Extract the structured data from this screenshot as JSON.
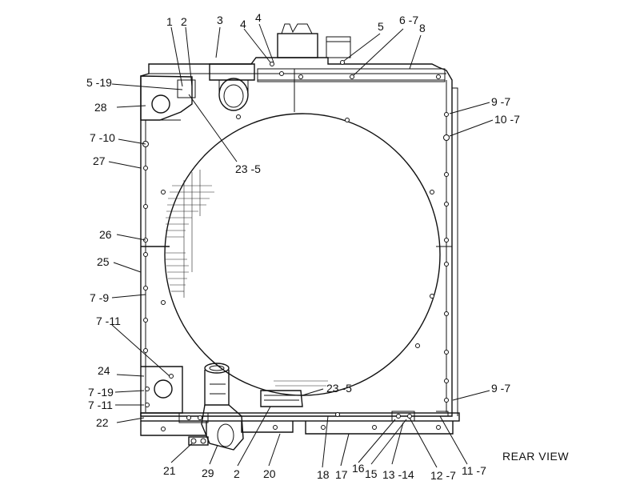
{
  "view_caption": "REAR  VIEW",
  "callouts": [
    {
      "id": "c1",
      "text": "1"
    },
    {
      "id": "c2",
      "text": "2"
    },
    {
      "id": "c3",
      "text": "3"
    },
    {
      "id": "c4a",
      "text": "4"
    },
    {
      "id": "c4b",
      "text": "4"
    },
    {
      "id": "c5",
      "text": "5"
    },
    {
      "id": "c6",
      "text": "6 -7"
    },
    {
      "id": "c8",
      "text": "8"
    },
    {
      "id": "c519",
      "text": "5 -19"
    },
    {
      "id": "c28",
      "text": "28"
    },
    {
      "id": "c97a",
      "text": "9 -7"
    },
    {
      "id": "c107",
      "text": "10 -7"
    },
    {
      "id": "c710",
      "text": "7 -10"
    },
    {
      "id": "c27",
      "text": "27"
    },
    {
      "id": "c235a",
      "text": "23  -5"
    },
    {
      "id": "c26",
      "text": "26"
    },
    {
      "id": "c25",
      "text": "25"
    },
    {
      "id": "c79",
      "text": "7 -9"
    },
    {
      "id": "c711a",
      "text": "7 -11"
    },
    {
      "id": "c24",
      "text": "24"
    },
    {
      "id": "c719",
      "text": "7 -19"
    },
    {
      "id": "c711b",
      "text": "7 -11"
    },
    {
      "id": "c22",
      "text": "22"
    },
    {
      "id": "c235b",
      "text": "23  -5"
    },
    {
      "id": "c97b",
      "text": "9 -7"
    },
    {
      "id": "c21",
      "text": "21"
    },
    {
      "id": "c29",
      "text": "29"
    },
    {
      "id": "c2b",
      "text": "2"
    },
    {
      "id": "c20",
      "text": "20"
    },
    {
      "id": "c18",
      "text": "18"
    },
    {
      "id": "c17",
      "text": "17"
    },
    {
      "id": "c16",
      "text": "16"
    },
    {
      "id": "c15",
      "text": "15"
    },
    {
      "id": "c1314",
      "text": "13 -14"
    },
    {
      "id": "c127",
      "text": "12 -7"
    },
    {
      "id": "c117",
      "text": "11 -7"
    }
  ]
}
